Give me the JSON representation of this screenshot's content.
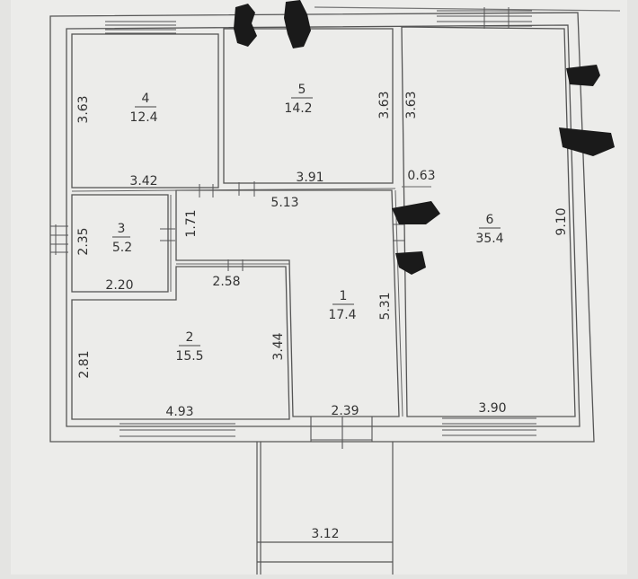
{
  "rooms": [
    {
      "number": "1",
      "area": "17.4"
    },
    {
      "number": "2",
      "area": "15.5"
    },
    {
      "number": "3",
      "area": "5.2"
    },
    {
      "number": "4",
      "area": "12.4"
    },
    {
      "number": "5",
      "area": "14.2"
    },
    {
      "number": "6",
      "area": "35.4"
    }
  ],
  "dimensions": {
    "r4_height": "3.63",
    "r4_width": "3.42",
    "r5_left_height": "3.63",
    "r5_right_height": "3.63",
    "r5_width": "3.91",
    "wall_gap": "0.63",
    "corridor_width": "5.13",
    "r3_height": "2.35",
    "r3_width": "2.20",
    "corridor_height": "1.71",
    "r2_top": "2.58",
    "r2_height": "2.81",
    "r2_right_height": "3.44",
    "r2_width": "4.93",
    "r1_height": "5.31",
    "r1_bottom": "2.39",
    "r6_height": "9.10",
    "r6_width": "3.90",
    "porch_width": "3.12"
  },
  "colors": {
    "paper": "#e4e4e2",
    "line": "#555555",
    "text": "#333333",
    "marker": "#1a1a1a"
  }
}
